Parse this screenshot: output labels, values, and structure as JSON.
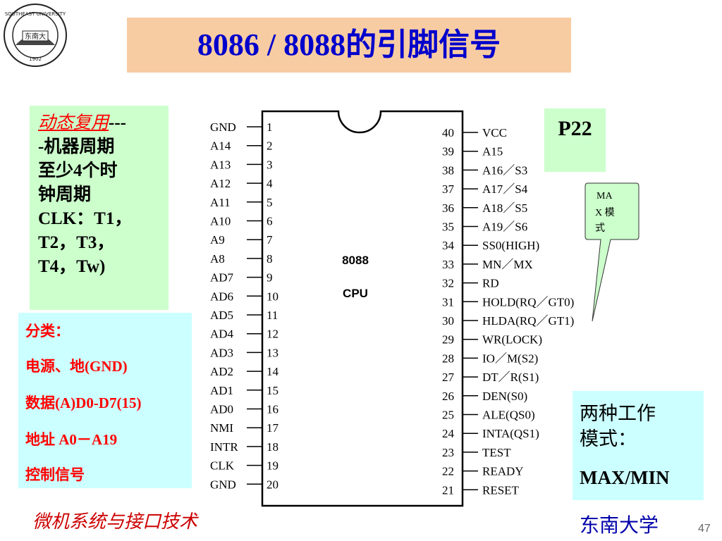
{
  "logo": {
    "text_ring": "SOUTHEAST UNIVERSITY",
    "center_text": "东南大",
    "year": "1902"
  },
  "title": "8086 / 8088的引脚信号",
  "green_left": {
    "term": "动态复用",
    "rest_lines": [
      "---",
      "-机器周期",
      "至少4个时",
      "钟周期",
      "CLK：T1，",
      "T2，T3，",
      "T4，Tw)"
    ]
  },
  "classification": {
    "heading": "分类：",
    "items": [
      "电源、地(GND)",
      "数据(A)D0-D7(15)",
      "地址 A0－A19",
      "控制信号"
    ]
  },
  "page_ref": "P22",
  "callout_text": "MAX 模式",
  "modes": {
    "line1": "两种工作",
    "line2": "模式：",
    "line3": "MAX/MIN"
  },
  "chip": {
    "label1": "8088",
    "label2": "CPU",
    "left_pins": [
      {
        "num": "1",
        "name": "GND"
      },
      {
        "num": "2",
        "name": "A14"
      },
      {
        "num": "3",
        "name": "A13"
      },
      {
        "num": "4",
        "name": "A12"
      },
      {
        "num": "5",
        "name": "A11"
      },
      {
        "num": "6",
        "name": "A10"
      },
      {
        "num": "7",
        "name": "A9"
      },
      {
        "num": "8",
        "name": "A8"
      },
      {
        "num": "9",
        "name": "AD7"
      },
      {
        "num": "10",
        "name": "AD6"
      },
      {
        "num": "11",
        "name": "AD5"
      },
      {
        "num": "12",
        "name": "AD4"
      },
      {
        "num": "13",
        "name": "AD3"
      },
      {
        "num": "14",
        "name": "AD2"
      },
      {
        "num": "15",
        "name": "AD1"
      },
      {
        "num": "16",
        "name": "AD0"
      },
      {
        "num": "17",
        "name": "NMI"
      },
      {
        "num": "18",
        "name": "INTR"
      },
      {
        "num": "19",
        "name": "CLK"
      },
      {
        "num": "20",
        "name": "GND"
      }
    ],
    "right_pins": [
      {
        "num": "40",
        "name": "VCC"
      },
      {
        "num": "39",
        "name": "A15"
      },
      {
        "num": "38",
        "name": "A16／S3"
      },
      {
        "num": "37",
        "name": "A17／S4"
      },
      {
        "num": "36",
        "name": "A18／S5"
      },
      {
        "num": "35",
        "name": "A19／S6"
      },
      {
        "num": "34",
        "name": "SS0(HIGH)"
      },
      {
        "num": "33",
        "name": "MN／MX"
      },
      {
        "num": "32",
        "name": "RD"
      },
      {
        "num": "31",
        "name": "HOLD(RQ／GT0)"
      },
      {
        "num": "30",
        "name": "HLDA(RQ／GT1)"
      },
      {
        "num": "29",
        "name": "WR(LOCK)"
      },
      {
        "num": "28",
        "name": "IO／M(S2)"
      },
      {
        "num": "27",
        "name": "DT／R(S1)"
      },
      {
        "num": "26",
        "name": "DEN(S0)"
      },
      {
        "num": "25",
        "name": "ALE(QS0)"
      },
      {
        "num": "24",
        "name": "INTA(QS1)"
      },
      {
        "num": "23",
        "name": "TEST"
      },
      {
        "num": "22",
        "name": "READY"
      },
      {
        "num": "21",
        "name": "RESET"
      }
    ]
  },
  "footer": {
    "course": "微机系统与接口技术",
    "university": "东南大学",
    "page_number": "47"
  },
  "colors": {
    "title_bg": "#f8cca2",
    "title_text": "#0000cc",
    "green_box": "#ccffcc",
    "cyan_box": "#ccffff",
    "red_text": "#ff0000"
  }
}
